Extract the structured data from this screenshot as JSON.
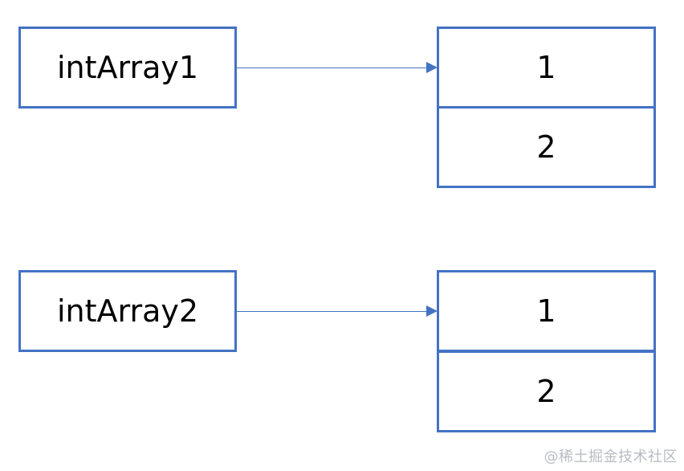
{
  "diagram": {
    "groups": [
      {
        "variable": "intArray1",
        "cells": [
          "1",
          "2"
        ]
      },
      {
        "variable": "intArray2",
        "cells": [
          "1",
          "2"
        ]
      }
    ],
    "colors": {
      "stroke": "#4472c4",
      "text": "#000000",
      "watermark": "#b8bcc4"
    }
  },
  "watermark": "@稀土掘金技术社区"
}
